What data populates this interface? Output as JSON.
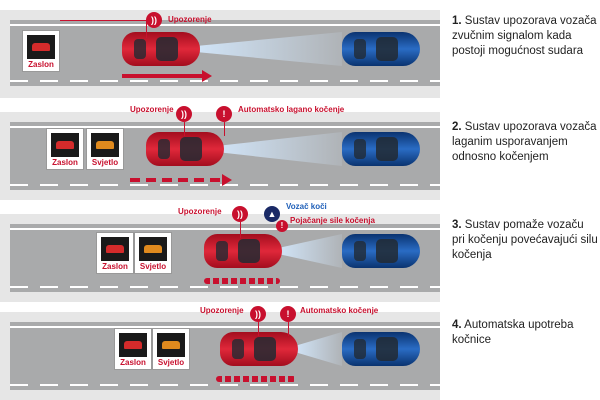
{
  "colors": {
    "accent_red": "#c8102e",
    "car_red": "#e0283a",
    "car_blue": "#2a6cc4",
    "road": "#a9aaab",
    "panel": "#e6e6e6",
    "label_blue": "#1f5fb8"
  },
  "steps": [
    {
      "number": "1.",
      "description": "Sustav upozorava vozača zvučnim signalom kada postoji mogućnost sudara",
      "warning_label": "Upozorenje",
      "action_label": "",
      "screens": [
        {
          "label": "Zaslon",
          "icon": "car-warning-icon"
        }
      ]
    },
    {
      "number": "2.",
      "description": "Sustav upozorava vozača laganim usporavanjem odnosno kočenjem",
      "warning_label": "Upozorenje",
      "action_label": "Automatsko lagano kočenje",
      "screens": [
        {
          "label": "Zaslon",
          "icon": "car-warning-icon"
        },
        {
          "label": "Svjetlo",
          "icon": "warning-light-icon"
        }
      ]
    },
    {
      "number": "3.",
      "description": "Sustav pomaže vozaču pri kočenju povećavajući silu kočenja",
      "warning_label": "Upozorenje",
      "action_label": "Pojačanje sile kočenja",
      "driver_label": "Vozač koči",
      "screens": [
        {
          "label": "Zaslon",
          "icon": "car-warning-icon"
        },
        {
          "label": "Svjetlo",
          "icon": "warning-light-icon"
        }
      ]
    },
    {
      "number": "4.",
      "description": "Automatska upotreba kočnice",
      "warning_label": "Upozorenje",
      "action_label": "Automatsko kočenje",
      "screens": [
        {
          "label": "Zaslon",
          "icon": "car-warning-icon"
        },
        {
          "label": "Svjetlo",
          "icon": "warning-light-icon"
        }
      ]
    }
  ]
}
